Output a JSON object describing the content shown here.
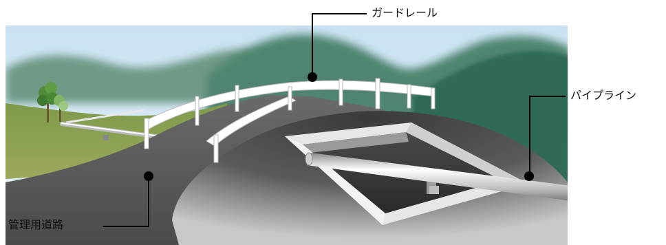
{
  "labels": {
    "guardrail": "ガードレール",
    "pipeline": "パイプライン",
    "road": "管理用道路"
  },
  "colors": {
    "sky": "#d8ecf6",
    "mountain_far": "#5a8a78",
    "mountain_near": "#2f6b57",
    "grass": "#8c9a50",
    "road": "#555555",
    "pipe": "#d0d0d0",
    "rail": "#ffffff",
    "leader": "#000000"
  }
}
